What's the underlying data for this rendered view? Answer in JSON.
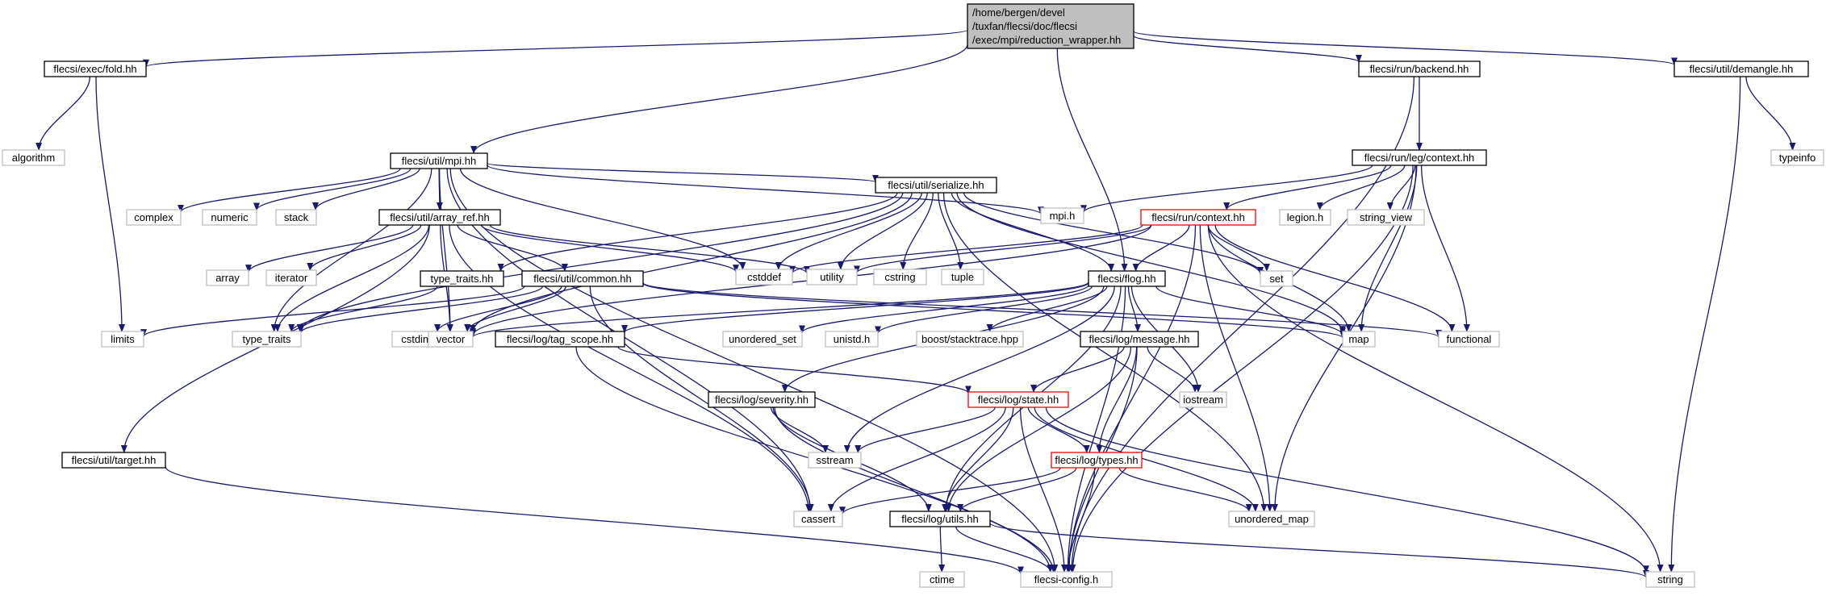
{
  "colors": {
    "edge": "#191970",
    "root_fill": "#bfbfbf",
    "root_stroke": "#000000",
    "internal_stroke": "#000000",
    "truncated_stroke": "#ff0000",
    "system_stroke": "#bfbfbf",
    "text": "#000000"
  },
  "nodes": [
    {
      "id": "root",
      "kind": "root",
      "lines": [
        "/home/bergen/devel",
        "/tuxfan/flecsi/doc/flecsi",
        "/exec/mpi/reduction_wrapper.hh"
      ]
    },
    {
      "id": "exec_fold",
      "kind": "internal",
      "lines": [
        "flecsi/exec/fold.hh"
      ]
    },
    {
      "id": "util_mpi",
      "kind": "internal",
      "lines": [
        "flecsi/util/mpi.hh"
      ]
    },
    {
      "id": "run_backend",
      "kind": "internal",
      "lines": [
        "flecsi/run/backend.hh"
      ]
    },
    {
      "id": "util_demangle",
      "kind": "internal",
      "lines": [
        "flecsi/util/demangle.hh"
      ]
    },
    {
      "id": "algorithm",
      "kind": "system",
      "lines": [
        "algorithm"
      ]
    },
    {
      "id": "typeinfo",
      "kind": "system",
      "lines": [
        "typeinfo"
      ]
    },
    {
      "id": "run_leg_context",
      "kind": "internal",
      "lines": [
        "flecsi/run/leg/context.hh"
      ]
    },
    {
      "id": "complex",
      "kind": "system",
      "lines": [
        "complex"
      ]
    },
    {
      "id": "numeric",
      "kind": "system",
      "lines": [
        "numeric"
      ]
    },
    {
      "id": "stack",
      "kind": "system",
      "lines": [
        "stack"
      ]
    },
    {
      "id": "util_array_ref",
      "kind": "internal",
      "lines": [
        "flecsi/util/array_ref.hh"
      ]
    },
    {
      "id": "util_serialize",
      "kind": "internal",
      "lines": [
        "flecsi/util/serialize.hh"
      ]
    },
    {
      "id": "mpi_h",
      "kind": "system",
      "lines": [
        "mpi.h"
      ]
    },
    {
      "id": "run_context",
      "kind": "truncated",
      "lines": [
        "flecsi/run/context.hh"
      ]
    },
    {
      "id": "legion_h",
      "kind": "system",
      "lines": [
        "legion.h"
      ]
    },
    {
      "id": "string_view",
      "kind": "system",
      "lines": [
        "string_view"
      ]
    },
    {
      "id": "array",
      "kind": "system",
      "lines": [
        "array"
      ]
    },
    {
      "id": "iterator",
      "kind": "system",
      "lines": [
        "iterator"
      ]
    },
    {
      "id": "type_traits_hh",
      "kind": "internal",
      "lines": [
        "type_traits.hh"
      ]
    },
    {
      "id": "util_common",
      "kind": "internal",
      "lines": [
        "flecsi/util/common.hh"
      ]
    },
    {
      "id": "cstddef",
      "kind": "system",
      "lines": [
        "cstddef"
      ]
    },
    {
      "id": "utility",
      "kind": "system",
      "lines": [
        "utility"
      ]
    },
    {
      "id": "cstring",
      "kind": "system",
      "lines": [
        "cstring"
      ]
    },
    {
      "id": "tuple",
      "kind": "system",
      "lines": [
        "tuple"
      ]
    },
    {
      "id": "flog",
      "kind": "internal",
      "lines": [
        "flecsi/flog.hh"
      ]
    },
    {
      "id": "set",
      "kind": "system",
      "lines": [
        "set"
      ]
    },
    {
      "id": "limits",
      "kind": "system",
      "lines": [
        "limits"
      ]
    },
    {
      "id": "type_traits",
      "kind": "system",
      "lines": [
        "type_traits"
      ]
    },
    {
      "id": "cstdint",
      "kind": "system",
      "lines": [
        "cstdint"
      ]
    },
    {
      "id": "vector",
      "kind": "system",
      "lines": [
        "vector"
      ]
    },
    {
      "id": "log_tag_scope",
      "kind": "internal",
      "lines": [
        "flecsi/log/tag_scope.hh"
      ]
    },
    {
      "id": "unordered_set",
      "kind": "system",
      "lines": [
        "unordered_set"
      ]
    },
    {
      "id": "unistd_h",
      "kind": "system",
      "lines": [
        "unistd.h"
      ]
    },
    {
      "id": "boost_stacktrace",
      "kind": "system",
      "lines": [
        "boost/stacktrace.hpp"
      ]
    },
    {
      "id": "map",
      "kind": "system",
      "lines": [
        "map"
      ]
    },
    {
      "id": "functional",
      "kind": "system",
      "lines": [
        "functional"
      ]
    },
    {
      "id": "log_message",
      "kind": "internal",
      "lines": [
        "flecsi/log/message.hh"
      ]
    },
    {
      "id": "iostream",
      "kind": "system",
      "lines": [
        "iostream"
      ]
    },
    {
      "id": "log_severity",
      "kind": "internal",
      "lines": [
        "flecsi/log/severity.hh"
      ]
    },
    {
      "id": "log_state",
      "kind": "truncated",
      "lines": [
        "flecsi/log/state.hh"
      ]
    },
    {
      "id": "sstream",
      "kind": "system",
      "lines": [
        "sstream"
      ]
    },
    {
      "id": "log_types",
      "kind": "truncated",
      "lines": [
        "flecsi/log/types.hh"
      ]
    },
    {
      "id": "util_target",
      "kind": "internal",
      "lines": [
        "flecsi/util/target.hh"
      ]
    },
    {
      "id": "cassert",
      "kind": "system",
      "lines": [
        "cassert"
      ]
    },
    {
      "id": "log_utils",
      "kind": "internal",
      "lines": [
        "flecsi/log/utils.hh"
      ]
    },
    {
      "id": "unordered_map",
      "kind": "system",
      "lines": [
        "unordered_map"
      ]
    },
    {
      "id": "ctime",
      "kind": "system",
      "lines": [
        "ctime"
      ]
    },
    {
      "id": "flecsi_config",
      "kind": "system",
      "lines": [
        "flecsi-config.h"
      ]
    },
    {
      "id": "string",
      "kind": "system",
      "lines": [
        "string"
      ]
    }
  ],
  "edges": [
    [
      "root",
      "exec_fold"
    ],
    [
      "root",
      "util_mpi"
    ],
    [
      "root",
      "run_backend"
    ],
    [
      "root",
      "util_demangle"
    ],
    [
      "root",
      "flog"
    ],
    [
      "exec_fold",
      "algorithm"
    ],
    [
      "exec_fold",
      "limits"
    ],
    [
      "util_mpi",
      "complex"
    ],
    [
      "util_mpi",
      "numeric"
    ],
    [
      "util_mpi",
      "stack"
    ],
    [
      "util_mpi",
      "util_array_ref"
    ],
    [
      "util_mpi",
      "util_serialize"
    ],
    [
      "util_mpi",
      "mpi_h"
    ],
    [
      "util_mpi",
      "cstddef"
    ],
    [
      "util_mpi",
      "type_traits"
    ],
    [
      "util_mpi",
      "vector"
    ],
    [
      "util_mpi",
      "flecsi_config"
    ],
    [
      "util_mpi",
      "cassert"
    ],
    [
      "run_backend",
      "run_leg_context"
    ],
    [
      "run_backend",
      "flecsi_config"
    ],
    [
      "util_demangle",
      "typeinfo"
    ],
    [
      "util_demangle",
      "string"
    ],
    [
      "run_leg_context",
      "mpi_h"
    ],
    [
      "run_leg_context",
      "run_context"
    ],
    [
      "run_leg_context",
      "legion_h"
    ],
    [
      "run_leg_context",
      "string_view"
    ],
    [
      "run_leg_context",
      "map"
    ],
    [
      "run_leg_context",
      "functional"
    ],
    [
      "run_leg_context",
      "unordered_map"
    ],
    [
      "run_leg_context",
      "flecsi_config"
    ],
    [
      "util_array_ref",
      "array"
    ],
    [
      "util_array_ref",
      "iterator"
    ],
    [
      "util_array_ref",
      "util_common"
    ],
    [
      "util_array_ref",
      "type_traits"
    ],
    [
      "util_array_ref",
      "cstddef"
    ],
    [
      "util_array_ref",
      "utility"
    ],
    [
      "util_array_ref",
      "util_target"
    ],
    [
      "util_array_ref",
      "cassert"
    ],
    [
      "util_array_ref",
      "vector"
    ],
    [
      "util_serialize",
      "type_traits_hh"
    ],
    [
      "util_serialize",
      "cstddef"
    ],
    [
      "util_serialize",
      "utility"
    ],
    [
      "util_serialize",
      "cstring"
    ],
    [
      "util_serialize",
      "tuple"
    ],
    [
      "util_serialize",
      "flog"
    ],
    [
      "util_serialize",
      "set"
    ],
    [
      "util_serialize",
      "map"
    ],
    [
      "util_serialize",
      "vector"
    ],
    [
      "util_serialize",
      "type_traits"
    ],
    [
      "util_serialize",
      "unordered_map"
    ],
    [
      "run_context",
      "flog"
    ],
    [
      "run_context",
      "set"
    ],
    [
      "run_context",
      "map"
    ],
    [
      "run_context",
      "functional"
    ],
    [
      "run_context",
      "unordered_map"
    ],
    [
      "run_context",
      "string"
    ],
    [
      "run_context",
      "flecsi_config"
    ],
    [
      "run_context",
      "cstddef"
    ],
    [
      "run_context",
      "utility"
    ],
    [
      "run_context",
      "vector"
    ],
    [
      "type_traits_hh",
      "type_traits"
    ],
    [
      "util_common",
      "limits"
    ],
    [
      "util_common",
      "type_traits"
    ],
    [
      "util_common",
      "cstdint"
    ],
    [
      "util_common",
      "vector"
    ],
    [
      "util_common",
      "map"
    ],
    [
      "util_common",
      "functional"
    ],
    [
      "util_common",
      "cassert"
    ],
    [
      "flog",
      "log_tag_scope"
    ],
    [
      "flog",
      "unordered_set"
    ],
    [
      "flog",
      "unistd_h"
    ],
    [
      "flog",
      "boost_stacktrace"
    ],
    [
      "flog",
      "map"
    ],
    [
      "flog",
      "log_message"
    ],
    [
      "flog",
      "iostream"
    ],
    [
      "flog",
      "log_severity"
    ],
    [
      "flog",
      "sstream"
    ],
    [
      "flog",
      "flecsi_config"
    ],
    [
      "flog",
      "vector"
    ],
    [
      "flog",
      "log_utils"
    ],
    [
      "log_tag_scope",
      "log_state"
    ],
    [
      "log_tag_scope",
      "flecsi_config"
    ],
    [
      "log_message",
      "log_state"
    ],
    [
      "log_message",
      "iostream"
    ],
    [
      "log_message",
      "log_types"
    ],
    [
      "log_message",
      "log_utils"
    ],
    [
      "log_message",
      "flecsi_config"
    ],
    [
      "log_severity",
      "sstream"
    ],
    [
      "log_severity",
      "log_utils"
    ],
    [
      "log_severity",
      "flecsi_config"
    ],
    [
      "log_state",
      "sstream"
    ],
    [
      "log_state",
      "log_types"
    ],
    [
      "log_state",
      "cassert"
    ],
    [
      "log_state",
      "log_utils"
    ],
    [
      "log_state",
      "unordered_map"
    ],
    [
      "log_state",
      "flecsi_config"
    ],
    [
      "log_state",
      "string"
    ],
    [
      "log_types",
      "cassert"
    ],
    [
      "log_types",
      "log_utils"
    ],
    [
      "log_types",
      "unordered_map"
    ],
    [
      "log_types",
      "flecsi_config"
    ],
    [
      "util_target",
      "flecsi_config"
    ],
    [
      "log_utils",
      "ctime"
    ],
    [
      "log_utils",
      "flecsi_config"
    ],
    [
      "log_utils",
      "string"
    ]
  ]
}
